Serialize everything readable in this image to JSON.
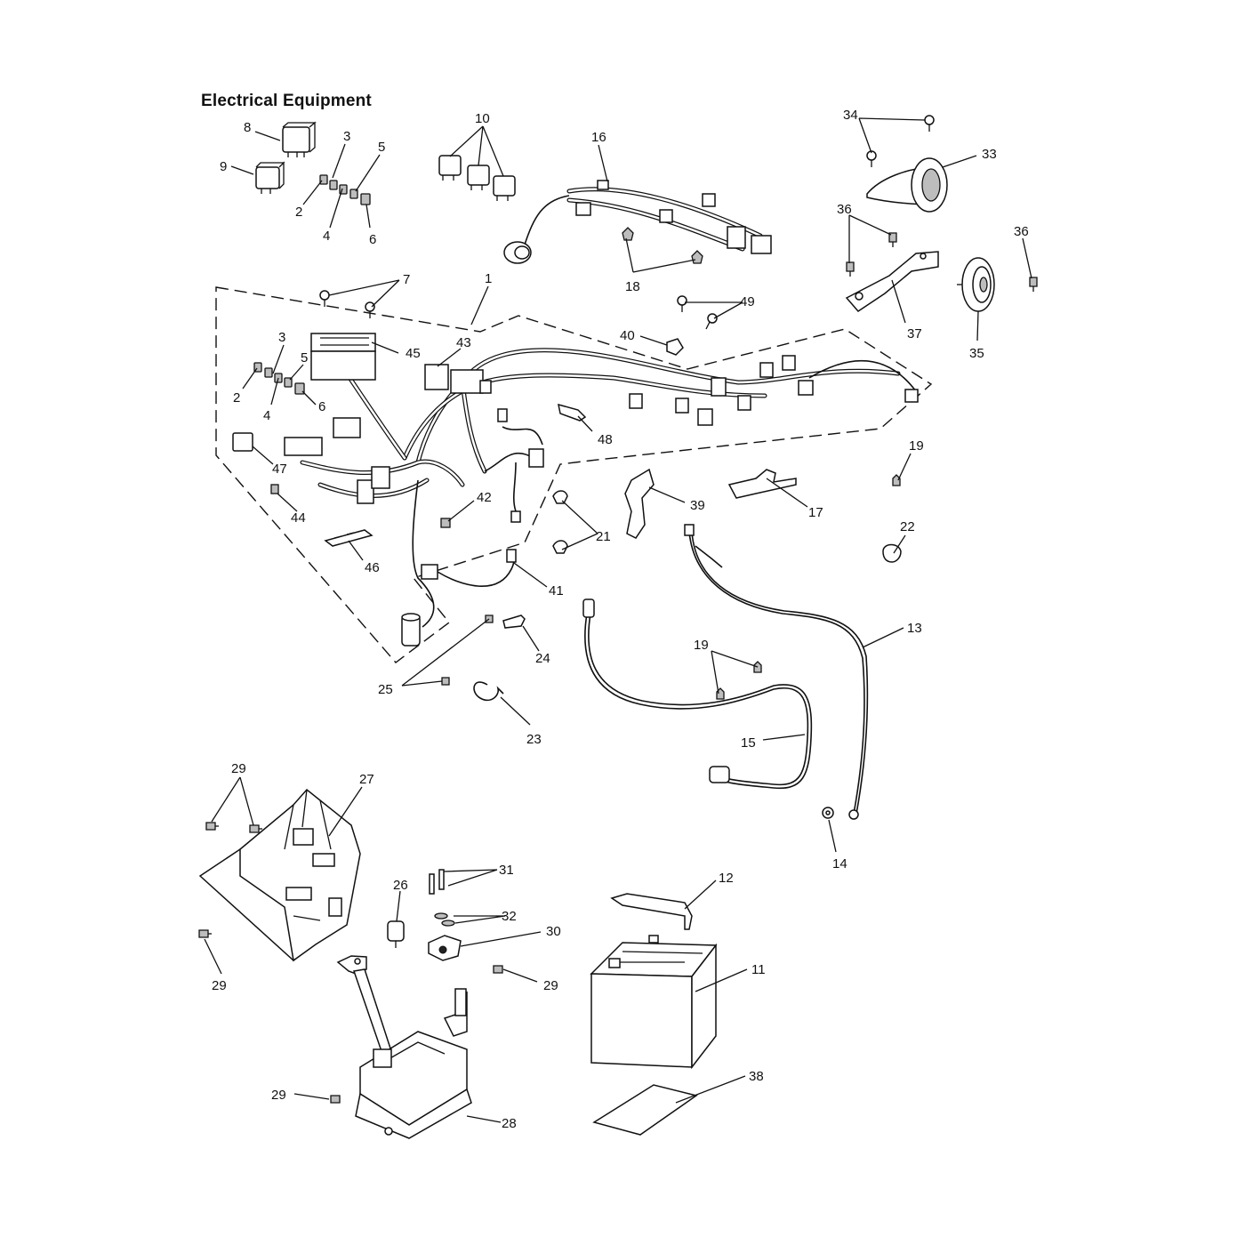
{
  "title": "Electrical Equipment",
  "callouts": [
    "1",
    "2",
    "3",
    "4",
    "5",
    "6",
    "7",
    "8",
    "9",
    "10",
    "11",
    "12",
    "13",
    "14",
    "15",
    "16",
    "17",
    "18",
    "19",
    "21",
    "22",
    "23",
    "24",
    "25",
    "26",
    "27",
    "28",
    "29",
    "30",
    "31",
    "32",
    "33",
    "34",
    "35",
    "36",
    "37",
    "38",
    "39",
    "40",
    "41",
    "42",
    "43",
    "44",
    "45",
    "46",
    "47",
    "48",
    "49"
  ]
}
